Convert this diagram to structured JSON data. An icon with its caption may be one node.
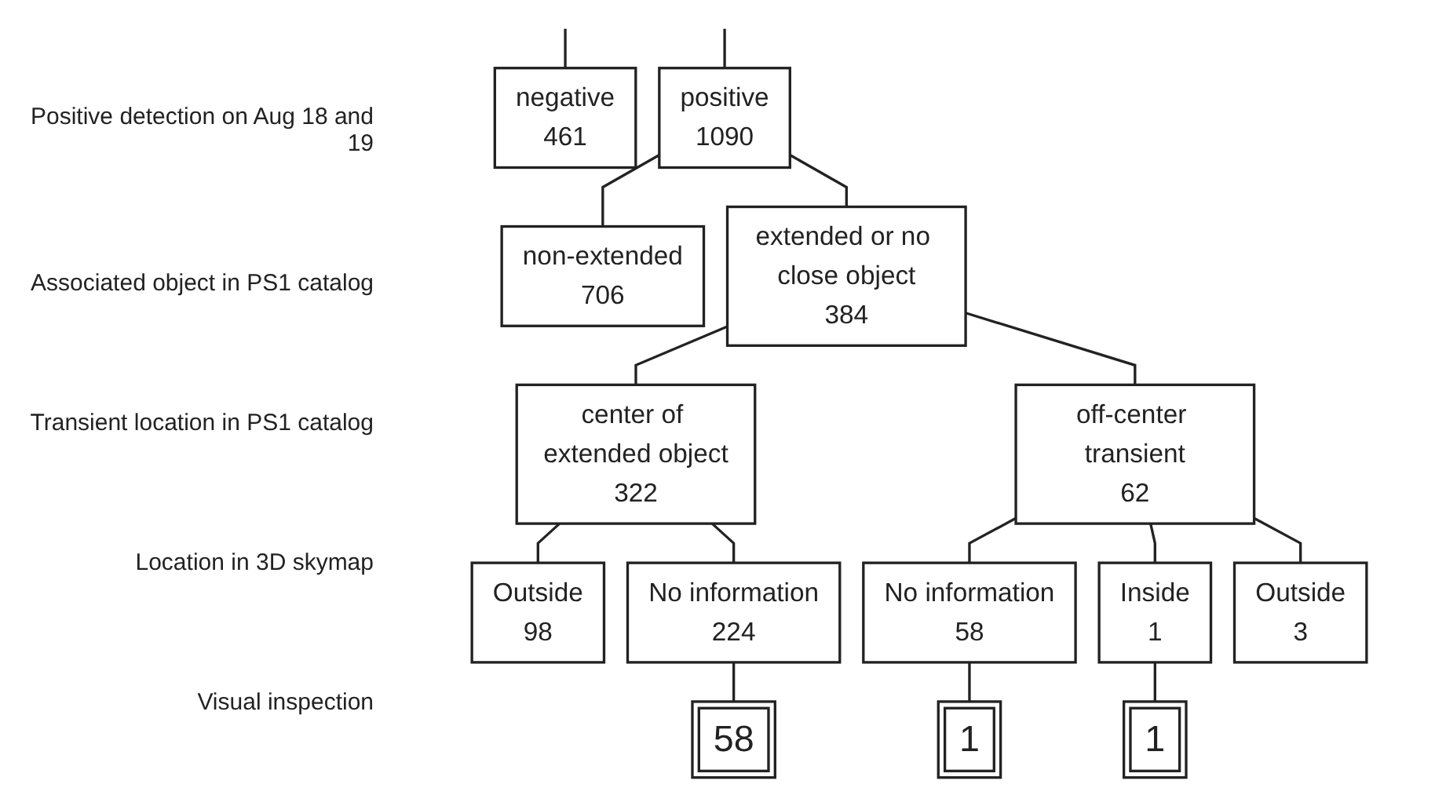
{
  "diagram": {
    "nodes": [
      {
        "text": [
          "negative",
          "461"
        ]
      },
      {
        "text": [
          "positive",
          "1090"
        ]
      },
      {
        "text": [
          "non-extended",
          "706"
        ]
      },
      {
        "text": [
          "extended or no close object",
          "384"
        ]
      },
      {
        "text": [
          "center of extended object",
          "322"
        ]
      },
      {
        "text": [
          "off-center transient",
          "62"
        ]
      },
      {
        "text": [
          "Outside",
          "98"
        ]
      },
      {
        "text": [
          "No information",
          "224"
        ]
      },
      {
        "text": [
          "No information",
          "58"
        ]
      },
      {
        "text": [
          "Inside",
          "1"
        ]
      },
      {
        "text": [
          "Outside",
          "3"
        ]
      },
      {
        "text": [
          "58"
        ]
      },
      {
        "text": [
          "1"
        ]
      },
      {
        "text": [
          "1"
        ]
      }
    ],
    "edges": [
      {
        "from": null,
        "to": 0,
        "arrow": "none"
      },
      {
        "from": null,
        "to": 1,
        "arrow": "none"
      },
      {
        "from": 1,
        "to": 2,
        "arrow": "none"
      },
      {
        "from": 1,
        "to": 3,
        "arrow": "none"
      },
      {
        "from": 3,
        "to": 4,
        "arrow": "none"
      },
      {
        "from": 3,
        "to": 5,
        "arrow": "none"
      },
      {
        "from": 4,
        "to": 6,
        "arrow": "none"
      },
      {
        "from": 4,
        "to": 7,
        "arrow": "none"
      },
      {
        "from": 5,
        "to": 8,
        "arrow": "none"
      },
      {
        "from": 5,
        "to": 9,
        "arrow": "none"
      },
      {
        "from": 5,
        "to": 10,
        "arrow": "none"
      },
      {
        "from": 7,
        "to": 11,
        "arrow": "none"
      },
      {
        "from": 8,
        "to": 12,
        "arrow": "none"
      },
      {
        "from": 9,
        "to": 13,
        "arrow": "none"
      }
    ],
    "labels": [
      "Positive detection on Aug 18 and 19",
      "Associated object in PS1 catalog",
      "Transient location in PS1 catalog",
      "Location in 3D skymap",
      "Visual inspection"
    ]
  }
}
